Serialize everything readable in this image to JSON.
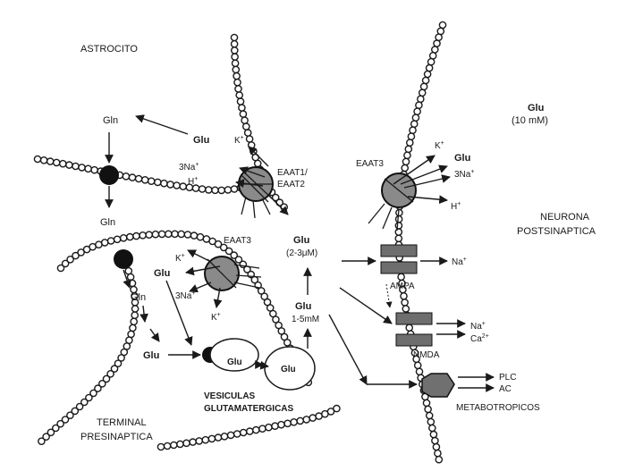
{
  "regions": {
    "astrocyte": "ASTROCITO",
    "postsynaptic_line1": "NEURONA",
    "postsynaptic_line2": "POSTSINAPTICA",
    "presynaptic_line1": "TERMINAL",
    "presynaptic_line2": "PRESINAPTICA"
  },
  "glutamate_external": {
    "label": "Glu",
    "conc": "(10 mM)"
  },
  "astrocyte": {
    "gln_top": "Gln",
    "glu": "Glu",
    "k": "K",
    "k_sup": "+",
    "na": "3Na",
    "na_sup": "+",
    "h": "H",
    "h_sup": "+",
    "transporter_line1": "EAAT1/",
    "transporter_line2": "EAAT2"
  },
  "postsynaptic": {
    "transporter": "EAAT3",
    "k": "K",
    "k_sup": "+",
    "glu": "Glu",
    "na": "3Na",
    "na_sup": "+",
    "h": "H",
    "h_sup": "+",
    "ampa": "AMPA",
    "ampa_ion": "Na",
    "ampa_ion_sup": "+",
    "nmda": "NMDA",
    "nmda_ion1": "Na",
    "nmda_ion1_sup": "+",
    "nmda_ion2": "Ca",
    "nmda_ion2_sup": "2+",
    "metabotropic": "METABOTROPICOS",
    "plc": "PLC",
    "ac": "AC"
  },
  "cleft": {
    "glu": "Glu",
    "glu_conc": "(2-3μM)",
    "glu2": "Glu",
    "glu2_conc": "1-5mM"
  },
  "presynaptic": {
    "gln_mid": "Gln",
    "transporter": "EAAT3",
    "k": "K",
    "k_sup": "+",
    "glu": "Glu",
    "na": "3Na",
    "na_sup": "+",
    "k2": "K",
    "k2_sup": "+",
    "gln_inner": "Gln",
    "glu_cyto": "Glu",
    "vesicle_glu": "Glu",
    "vesicle2_glu": "Glu",
    "vesicles_line1": "VESICULAS",
    "vesicles_line2": "GLUTAMATERGICAS"
  },
  "colors": {
    "ink": "#1a1a1a",
    "transporter_fill": "#8a8a8a",
    "receptor_fill": "#6e6e6e",
    "metabotropic_fill": "#707070",
    "membrane_bead": "#ffffff"
  }
}
